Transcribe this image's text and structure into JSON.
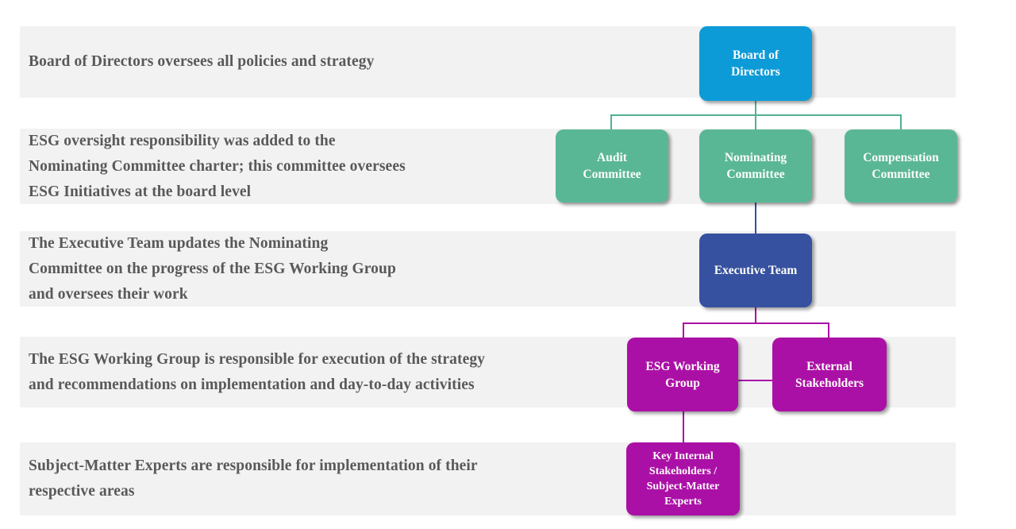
{
  "annotations": [
    {
      "text": [
        "Board of Directors oversees all policies and strategy"
      ]
    },
    {
      "text": [
        "ESG oversight responsibility was added to the",
        "Nominating Committee charter; this committee oversees",
        "ESG Initiatives at the board level"
      ]
    },
    {
      "text": [
        "The Executive Team updates the Nominating",
        "Committee on the progress of the ESG Working Group",
        "and oversees their work"
      ]
    },
    {
      "text": [
        "The ESG Working Group is responsible for execution of the strategy",
        "and recommendations on implementation and day-to-day activities"
      ]
    },
    {
      "text": [
        "Subject-Matter Experts are responsible for implementation of their",
        "respective areas"
      ]
    }
  ],
  "org_chart": {
    "nodes": [
      {
        "id": "board-of-directors",
        "label": [
          "Board of",
          "Directors"
        ],
        "color": "#0d9bd8"
      },
      {
        "id": "audit-committee",
        "label": [
          "Audit",
          "Committee"
        ],
        "color": "#5ab795"
      },
      {
        "id": "nominating-committee",
        "label": [
          "Nominating",
          "Committee"
        ],
        "color": "#5ab795"
      },
      {
        "id": "compensation-committee",
        "label": [
          "Compensation",
          "Committee"
        ],
        "color": "#5ab795"
      },
      {
        "id": "executive-team",
        "label": [
          "Executive Team"
        ],
        "color": "#36519f"
      },
      {
        "id": "esg-working-group",
        "label": [
          "ESG Working",
          "Group"
        ],
        "color": "#ab10a6"
      },
      {
        "id": "external-stakeholders",
        "label": [
          "External",
          "Stakeholders"
        ],
        "color": "#ab10a6"
      },
      {
        "id": "key-internal-stakeholders-sme",
        "label": [
          "Key Internal",
          "Stakeholders /",
          "Subject-Matter",
          "Experts"
        ],
        "color": "#ab10a6"
      }
    ],
    "connector_colors": {
      "board_to_committees": "#52b191",
      "committee_to_executive": "#36519f",
      "executive_to_working_group": "#ab10a6"
    }
  },
  "colors": {
    "background": "#ffffff",
    "row_background": "#f2f2f2",
    "row_text": "#595959",
    "board_blue": "#0d9bd8",
    "committee_teal": "#5ab795",
    "executive_navy": "#36519f",
    "working_group_magenta": "#ab10a6"
  }
}
